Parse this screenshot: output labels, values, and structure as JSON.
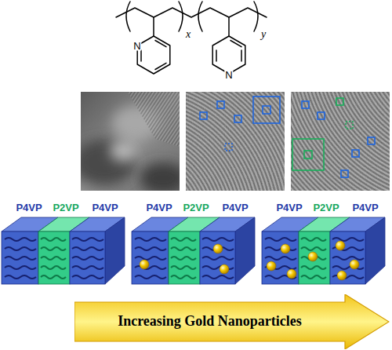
{
  "diagram": {
    "nodes": [
      {
        "text": [
          "Increasing Gold Nanoparticles"
        ]
      }
    ],
    "labels": [
      "x",
      "y",
      "N",
      "N",
      "P4VP",
      "P2VP",
      "P4VP",
      "P4VP",
      "P2VP",
      "P4VP",
      "P4VP",
      "P2VP",
      "P4VP"
    ]
  }
}
